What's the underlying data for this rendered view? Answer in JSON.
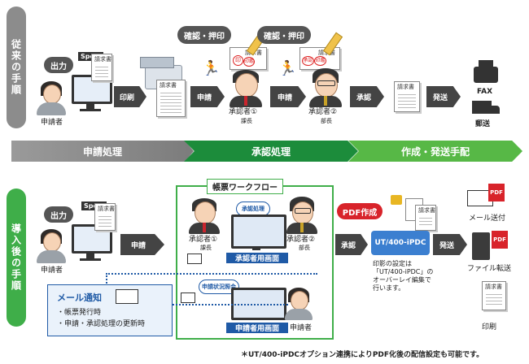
{
  "sidebar": {
    "before": "従来の手順",
    "after": "導入後の手順"
  },
  "phases": {
    "p1": "申請処理",
    "p2": "承認処理",
    "p3": "作成・発送手配"
  },
  "top": {
    "output": "出力",
    "spool": "Spool",
    "applicant": "申請者",
    "print": "印刷",
    "apply1": "申請",
    "apply2": "申請",
    "approve": "承認",
    "send": "発送",
    "confirm1": "確認・押印",
    "confirm2": "確認・押印",
    "approver1": "承認者①",
    "approver1_role": "課長",
    "approver2": "承認者②",
    "approver2_role": "部長",
    "fax": "FAX",
    "mail": "郵送",
    "doc": "請求書",
    "stamp1": "印",
    "stamp2": "印鑑",
    "stamp3": "承認",
    "stamp4": "印鑑"
  },
  "bottom": {
    "output": "出力",
    "spool": "Spool",
    "applicant": "申請者",
    "apply": "申請",
    "workflow_title": "帳票ワークフロー",
    "approval_process": "承認処理",
    "approver1": "承認者①",
    "approver1_role": "課長",
    "approver2": "承認者②",
    "approver2_role": "部長",
    "approver_screen": "承認者用画面",
    "status_inquiry": "申請状況照会",
    "applicant_screen": "申請者用画面",
    "applicant2": "申請者",
    "mail_title": "メール通知",
    "mail_items": [
      "帳票発行時",
      "申請・承認処理の更新時"
    ],
    "pdf_create": "PDF作成",
    "ut": "UT/400-iPDC",
    "approve": "承認",
    "send": "発送",
    "note": "印影の設定は\n「UT/400-iPDC」の\nオーバーレイ編集で\n行います。",
    "mail_send": "メール送付",
    "file_transfer": "ファイル転送",
    "print": "印刷",
    "pdf": "PDF",
    "doc": "請求書"
  },
  "footnote": "＊UT/400-iPDCオプション連携によりPDF化後の配信設定も可能です。",
  "colors": {
    "gray": "#8c8c8c",
    "green": "#3fae49",
    "dark": "#444444",
    "blue": "#1f5aa6"
  }
}
